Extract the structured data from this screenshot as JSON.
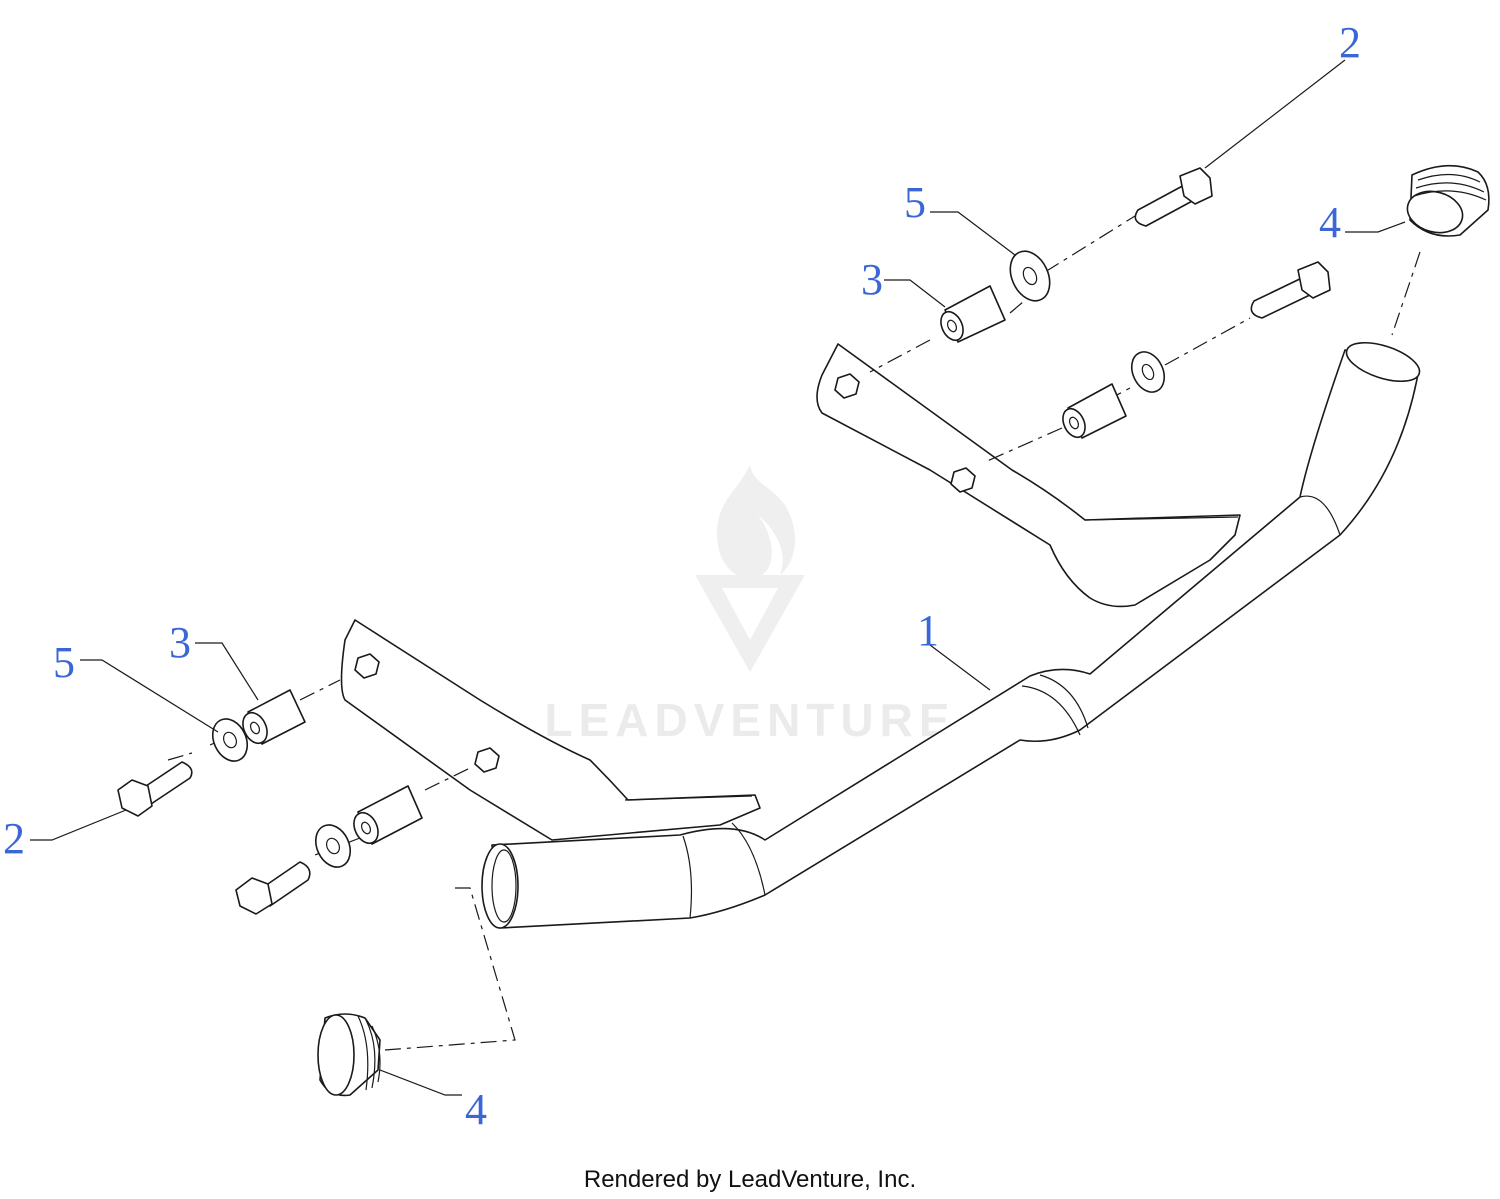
{
  "callouts": {
    "part1": "1",
    "part2_top": "2",
    "part2_left": "2",
    "part3_top": "3",
    "part3_left": "3",
    "part4_top": "4",
    "part4_bottom": "4",
    "part5_top": "5",
    "part5_left": "5"
  },
  "watermark": {
    "brand": "LEADVENTURE",
    "icon": "flame-v-logo"
  },
  "footer": {
    "credit": "Rendered by LeadVenture, Inc."
  },
  "colors": {
    "callout": "#3a66d6",
    "line": "#1a1a1a",
    "watermark": "#d9d9d9"
  }
}
